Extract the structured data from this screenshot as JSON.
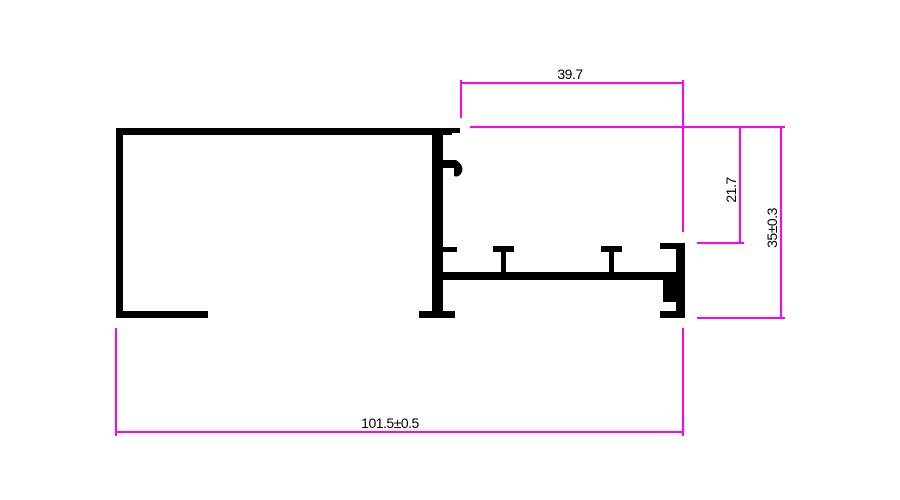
{
  "drawing": {
    "profile_color": "#000000",
    "dimension_color": "#ff00ff",
    "background": "#ffffff"
  },
  "dimensions": {
    "top_width": "39.7",
    "inner_height": "21.7",
    "total_height": "35±0.3",
    "overall_width": "101.5±0.5"
  }
}
